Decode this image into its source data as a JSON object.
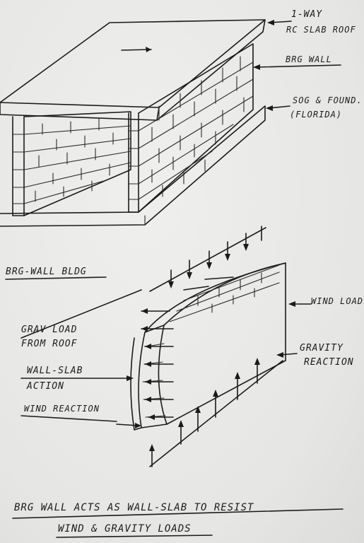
{
  "upper_labels": {
    "roof_line1": "1-WAY",
    "roof_line2": "RC SLAB ROOF",
    "wall": "BRG WALL",
    "found_line1": "SOG & FOUND.",
    "found_line2": "(FLORIDA)",
    "building": "BRG-WALL BLDG"
  },
  "lower_labels": {
    "wind_load": "WIND LOAD",
    "grav_line1": "GRAV LOAD",
    "grav_line2": "FROM ROOF",
    "gravity_line1": "GRAVITY",
    "gravity_line2": "REACTION",
    "wallslab_line1": "WALL-SLAB",
    "wallslab_line2": "ACTION",
    "wind_reaction": "WIND REACTION"
  },
  "caption": {
    "line1": "BRG WALL ACTS AS WALL-SLAB TO RESIST",
    "line2": "WIND & GRAVITY LOADS"
  },
  "ink_color": "#1a1a1a",
  "paper_color": "#e9e9e7"
}
